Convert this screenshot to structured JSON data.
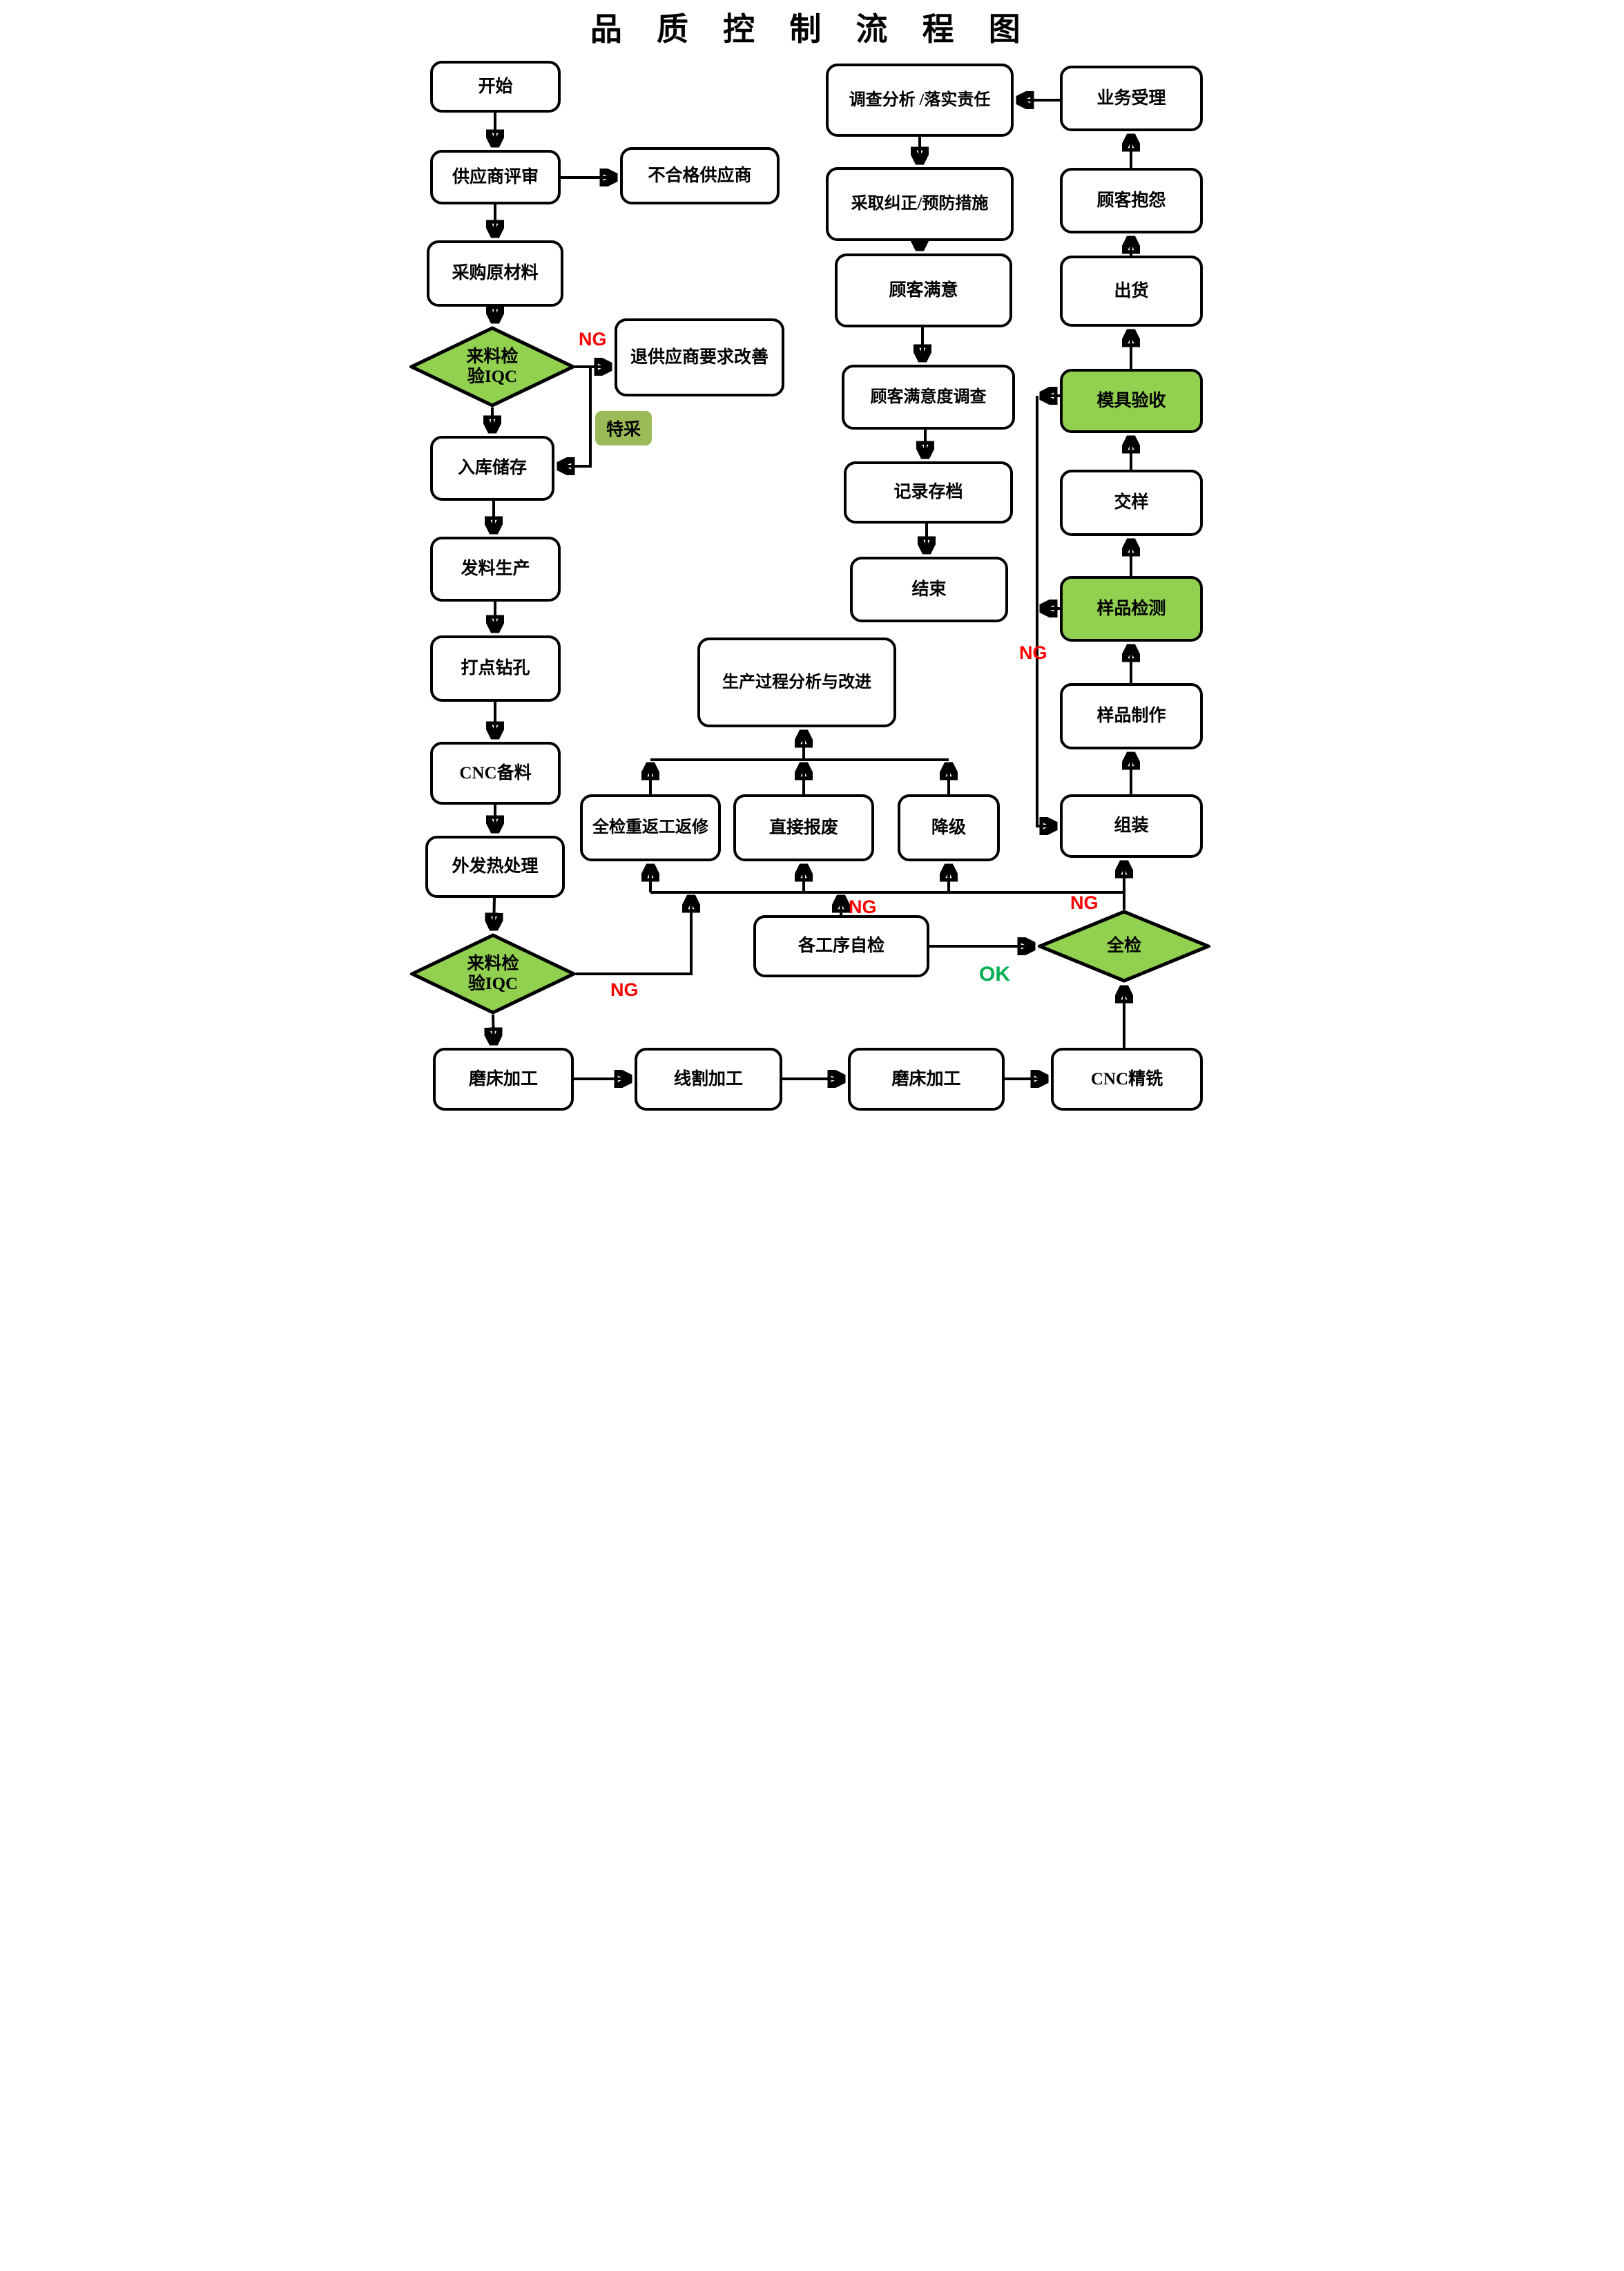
{
  "title": "品 质 控 制 流 程 图",
  "colors": {
    "decision_fill_green": "#92d050",
    "special_badge_olive": "#9bbb59",
    "ng_red": "#ff0000",
    "ok_green": "#00b050",
    "line_black": "#000000",
    "background": "#ffffff"
  },
  "flow_labels": {
    "ng": "NG",
    "ok": "OK",
    "tecai": "特采"
  },
  "nodes": {
    "start": {
      "label": "开始"
    },
    "supplier_review": {
      "label": "供应商评审"
    },
    "unqualified_supplier": {
      "label": "不合格供应商"
    },
    "purchase_materials": {
      "label": "采购原材料"
    },
    "iqc1": {
      "lines": [
        "来料检",
        "验IQC"
      ]
    },
    "return_supplier": {
      "label": "退供应商要求改善"
    },
    "warehouse": {
      "label": "入库储存"
    },
    "issue_production": {
      "label": "发料生产"
    },
    "dotting_drilling": {
      "label": "打点钻孔"
    },
    "cnc_prep": {
      "label": "CNC备料"
    },
    "heat_treatment": {
      "label": "外发热处理"
    },
    "iqc2": {
      "lines": [
        "来料检",
        "验IQC"
      ]
    },
    "grinding1": {
      "label": "磨床加工"
    },
    "wire_cutting": {
      "label": "线割加工"
    },
    "grinding2": {
      "label": "磨床加工"
    },
    "cnc_milling": {
      "label": "CNC精铣"
    },
    "full_inspection": {
      "label": "全检"
    },
    "self_inspection": {
      "label": "各工序自检"
    },
    "process_analysis": {
      "label": "生产过程分析与改进"
    },
    "rework": {
      "label": "全检重返工返修"
    },
    "scrap": {
      "label": "直接报废"
    },
    "downgrade": {
      "label": "降级"
    },
    "assembly": {
      "label": "组装"
    },
    "sample_making": {
      "label": "样品制作"
    },
    "sample_testing": {
      "label": "样品检测"
    },
    "sample_delivery": {
      "label": "交样"
    },
    "mold_acceptance": {
      "label": "模具验收"
    },
    "shipment": {
      "label": "出货"
    },
    "customer_complaint": {
      "label": "顾客抱怨"
    },
    "business_acceptance": {
      "label": "业务受理"
    },
    "investigation": {
      "label": "调查分析 /落实责任"
    },
    "corrective_action": {
      "label": "采取纠正/预防措施"
    },
    "customer_satisfaction": {
      "label": "顾客满意"
    },
    "satisfaction_survey": {
      "label": "顾客满意度调查"
    },
    "record_archive": {
      "label": "记录存档"
    },
    "end": {
      "label": "结束"
    }
  }
}
